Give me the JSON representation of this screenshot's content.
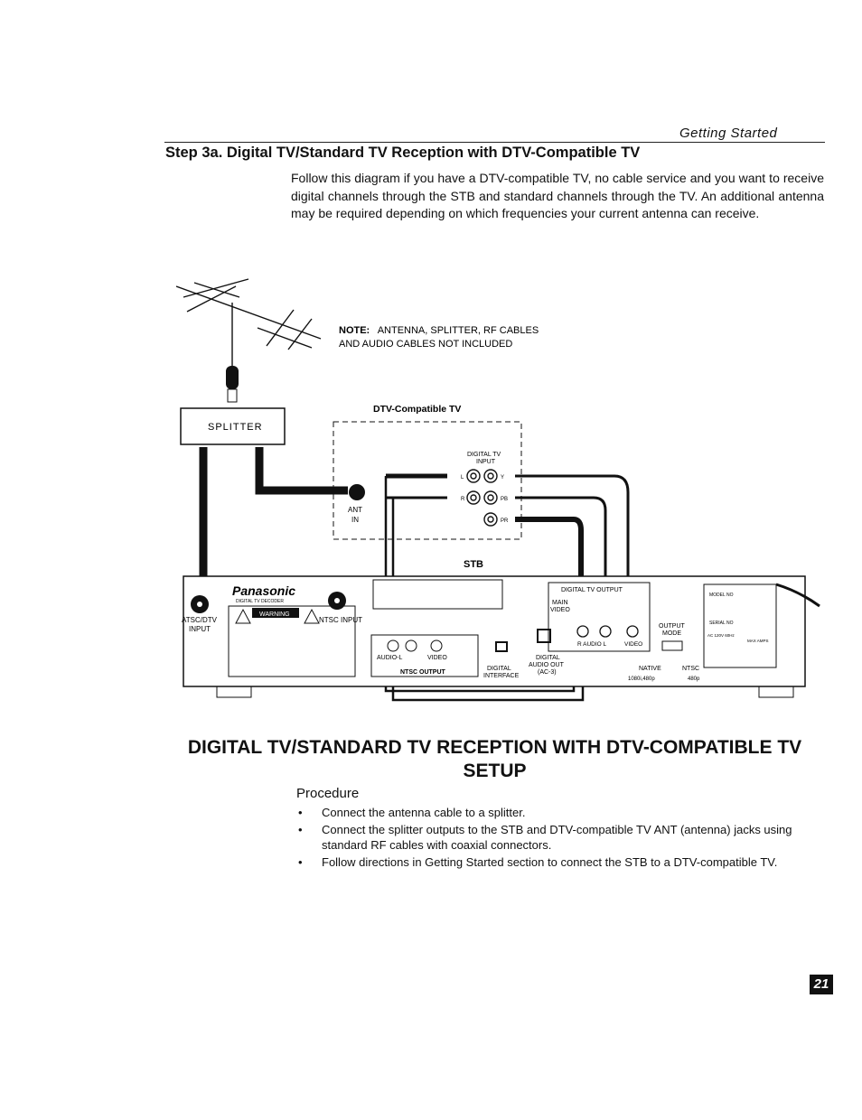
{
  "header": {
    "section": "Getting Started"
  },
  "step_title": "Step 3a. Digital TV/Standard TV Reception with DTV-Compatible TV",
  "intro_text": "Follow this diagram if you have a DTV-compatible TV, no cable service and you want to receive digital channels through the STB and standard channels through the TV. An additional antenna may be required depending on which frequencies your current antenna can receive.",
  "diagram": {
    "note_label": "NOTE:",
    "note_line1": "ANTENNA, SPLITTER, RF CABLES",
    "note_line2": "AND AUDIO CABLES NOT INCLUDED",
    "splitter_label": "SPLITTER",
    "tv_label": "DTV-Compatible TV",
    "tv_input_line1": "DIGITAL TV",
    "tv_input_line2": "INPUT",
    "ant_label": "ANT",
    "in_label": "IN",
    "jack_y": "Y",
    "jack_l": "L",
    "jack_r": "R",
    "jack_pb": "PB",
    "jack_pr": "PR",
    "stb_label": "STB",
    "brand": "Panasonic",
    "brand_sub": "DIGITAL TV DECODER",
    "warning": "WARNING",
    "atsc_line1": "ATSC/DTV",
    "atsc_line2": "INPUT",
    "ntsc_input": "NTSC INPUT",
    "ntsc_output": "NTSC OUTPUT",
    "audio_l": "AUDIO-L",
    "video": "VIDEO",
    "digital_interface_line1": "DIGITAL",
    "digital_interface_line2": "INTERFACE",
    "digital_audio_line1": "DIGITAL",
    "digital_audio_line2": "AUDIO OUT",
    "digital_audio_line3": "(AC-3)",
    "dtv_output": "DIGITAL TV OUTPUT",
    "main_video_line1": "MAIN",
    "main_video_line2": "VIDEO",
    "audio_r": "R AUDIO L",
    "output_mode_line1": "OUTPUT",
    "output_mode_line2": "MODE",
    "native": "NATIVE",
    "ntsc": "NTSC",
    "res_1080": "1080i,480p",
    "res_480": "480p",
    "model_no": "MODEL NO",
    "serial_no": "SERIAL NO",
    "power": "AC 120V 60Hz",
    "max_amps": "MAX AMPS"
  },
  "setup_heading": "DIGITAL TV/STANDARD TV RECEPTION WITH DTV-COMPATIBLE TV SETUP",
  "procedure_label": "Procedure",
  "steps": [
    "Connect the antenna cable to a splitter.",
    "Connect the splitter outputs to the STB and DTV-compatible TV ANT (antenna) jacks using standard RF cables with coaxial connectors.",
    "Follow directions in Getting Started section to connect the STB to a DTV-compatible TV."
  ],
  "page_number": "21"
}
